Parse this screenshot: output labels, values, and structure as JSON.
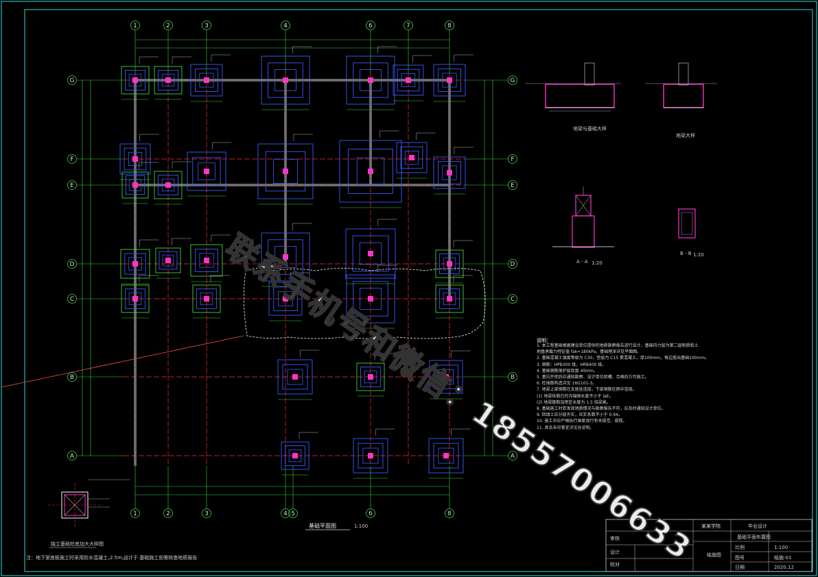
{
  "drawing": {
    "col_labels": [
      "1",
      "2",
      "3",
      "4",
      "6",
      "7",
      "8"
    ],
    "bottom_col_labels": [
      "1",
      "2",
      "3",
      "4",
      "5",
      "6",
      "8"
    ],
    "row_labels": [
      "G",
      "F",
      "E",
      "D",
      "C",
      "B",
      "A"
    ],
    "plan_title": "基础平面图",
    "plan_scale": "1:100",
    "detail_title": "独立基础柱底加大大样图",
    "footnote_left": "注：地下室底板施工时采用防水混凝土，",
    "footnote_right": "设计于  基础施工前需核查地质报告",
    "footnote_value": "2.5m。",
    "section_a": "A - A",
    "section_a_scale": "1:20",
    "section_b": "B - B",
    "section_b_scale": "1:20",
    "section_1_title": "地梁与基础大样",
    "section_2_title": "地梁大样"
  },
  "notes": {
    "title": "说明：",
    "lines": [
      "1. 本工程基础根据建设单位提供的地质勘察报告进行设计，基础持力层为第二层粉质粘土",
      "   地基承载力特征值 fak=180kPa，基础埋深详见平面图。",
      "2. 基础混凝土强度等级为 C30，垫层为 C15 素混凝土，厚100mm，每边宽出基础100mm。",
      "3. 钢筋：HPB300 级，HRB400 级。",
      "4. 基础钢筋保护层厚度 40mm。",
      "5. 基坑开挖后应通知勘察、设计单位验槽，合格后方可施工。",
      "6. 柱插筋构造详见 16G101-3。",
      "7. 地梁上部钢筋在支座处连接，下部钢筋在跨中连接。",
      "   (1) 地梁纵筋在柱内锚固长度不小于 laE。",
      "   (2) 地梁箍筋加密区长度为 1.5 倍梁高。",
      "8. 基础施工时若发现地质情况与勘察报告不符，应及时通知设计单位。",
      "9. 回填土应分层夯实，压实系数不小于 0.94。",
      "10. 施工中应严格执行国家现行有关规范、规程。",
      "11. 其余未尽事宜详见总说明。"
    ]
  },
  "title_block": {
    "school": "某某学院",
    "project": "毕业设计",
    "drawing_name": "基础平面布置图",
    "scale_label": "比例",
    "scale_value": "1:100",
    "sheet_label": "图号",
    "sheet_value": "结施-01",
    "date_label": "日期",
    "date_value": "2020.12",
    "design_label": "设计",
    "check_label": "校对",
    "approve_label": "审核",
    "stamp": "结施图"
  },
  "watermark": {
    "text": "联系手机号和微信：18557006633"
  },
  "colors": {
    "background": "#000000",
    "grid_green": "#3adb3a",
    "axis_red": "#ff3030",
    "footing_blue": "#3a5cff",
    "footing_magenta": "#ff33cc",
    "beam_gray": "#888888",
    "frame_cyan": "#2fe0e0"
  }
}
